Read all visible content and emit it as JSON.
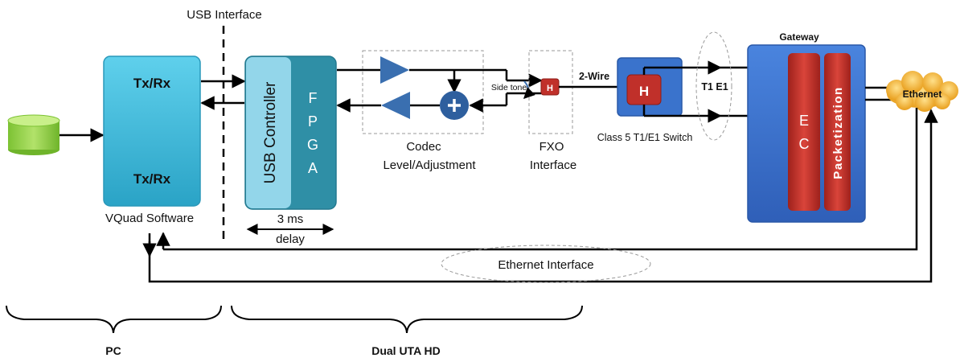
{
  "labels": {
    "usb_interface": "USB Interface",
    "txrx_top": "Tx/Rx",
    "txrx_bottom": "Tx/Rx",
    "vquad_software": "VQuad Software",
    "usb_controller": "USB Controller",
    "fpga_letters": [
      "F",
      "P",
      "G",
      "A"
    ],
    "delay_line1": "3 ms",
    "delay_line2": "delay",
    "side_tone": "Side tone",
    "codec_line1": "Codec",
    "codec_line2": "Level/Adjustment",
    "hybrid_small": "H",
    "two_wire": "2-Wire",
    "fxo_line1": "FXO",
    "fxo_line2": "Interface",
    "hybrid_switch": "H",
    "class5_switch": "Class 5 T1/E1 Switch",
    "t1e1": "T1 E1",
    "gateway": "Gateway",
    "ec_letters": [
      "E",
      "C"
    ],
    "packetization": "Packetization",
    "ethernet_cloud": "Ethernet",
    "ethernet_interface": "Ethernet Interface",
    "pc": "PC",
    "dual_uta_hd": "Dual UTA HD"
  },
  "colors": {
    "cyan_box": "#3cb8d8",
    "fpga_box": "#2f8fa6",
    "usb_box": "#8fd4e8",
    "triangle_blue": "#3a6fb0",
    "sum_circle": "#2e5f9e",
    "hybrid_red": "#c0302a",
    "gateway_blue": "#3a6fc8",
    "database_green": "#8ccf3f",
    "cloud_orange": "#f2b134"
  }
}
